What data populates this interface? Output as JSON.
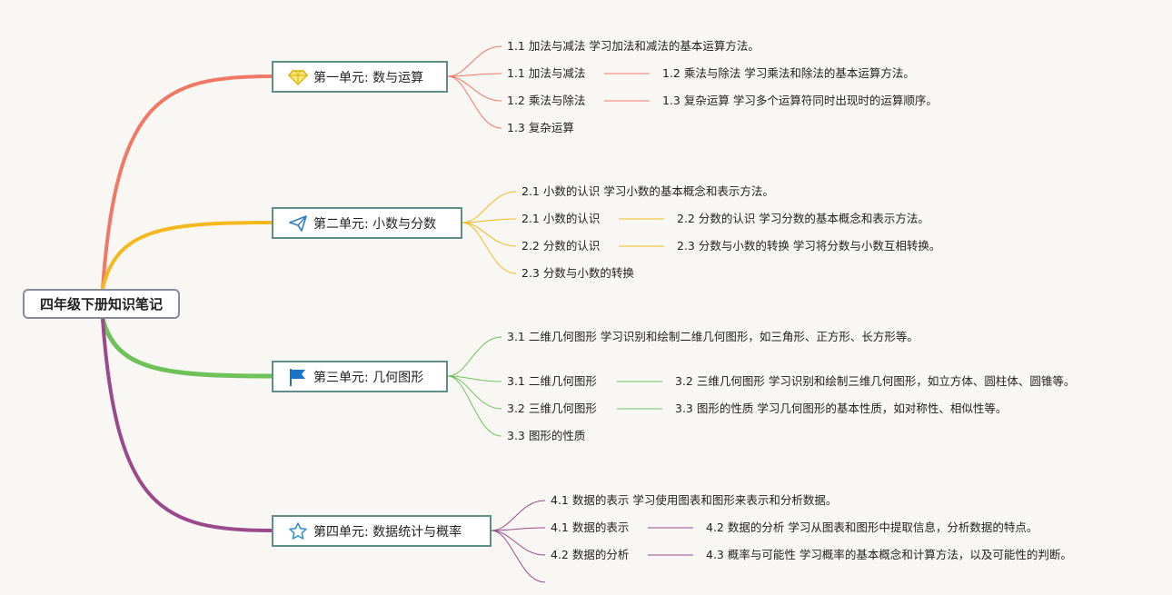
{
  "root": "四年级下册知识笔记",
  "units": [
    {
      "title": "第一单元: 数与运算",
      "icon": "diamond-icon",
      "color": "#f07864",
      "items": [
        "1.1 加法与减法 学习加法和减法的基本运算方法。",
        "1.1 加法与减法",
        "1.2 乘法与除法",
        "1.3 复杂运算"
      ],
      "details": [
        "1.2 乘法与除法 学习乘法和除法的基本运算方法。",
        "1.3 复杂运算 学习多个运算符同时出现时的运算顺序。"
      ]
    },
    {
      "title": "第二单元: 小数与分数",
      "icon": "paper-plane-icon",
      "color": "#f5b81e",
      "items": [
        "2.1 小数的认识 学习小数的基本概念和表示方法。",
        "2.1 小数的认识",
        "2.2 分数的认识",
        "2.3 分数与小数的转换"
      ],
      "details": [
        "2.2 分数的认识 学习分数的基本概念和表示方法。",
        "2.3 分数与小数的转换 学习将分数与小数互相转换。"
      ]
    },
    {
      "title": "第三单元: 几何图形",
      "icon": "flag-icon",
      "color": "#6fc25a",
      "items": [
        "3.1 二维几何图形 学习识别和绘制二维几何图形，如三角形、正方形、长方形等。",
        "3.1 二维几何图形",
        "3.2 三维几何图形",
        "3.3 图形的性质"
      ],
      "details": [
        "3.2 三维几何图形 学习识别和绘制三维几何图形，如立方体、圆柱体、圆锥等。",
        "3.3 图形的性质 学习几何图形的基本性质，如对称性、相似性等。"
      ]
    },
    {
      "title": "第四单元: 数据统计与概率",
      "icon": "star-icon",
      "color": "#9a4a8c",
      "items": [
        "4.1 数据的表示 学习使用图表和图形来表示和分析数据。",
        "4.1 数据的表示",
        "4.2 数据的分析",
        ""
      ],
      "details": [
        "4.2 数据的分析 学习从图表和图形中提取信息，分析数据的特点。",
        "4.3 概率与可能性 学习概率的基本概念和计算方法，以及可能性的判断。"
      ]
    }
  ]
}
